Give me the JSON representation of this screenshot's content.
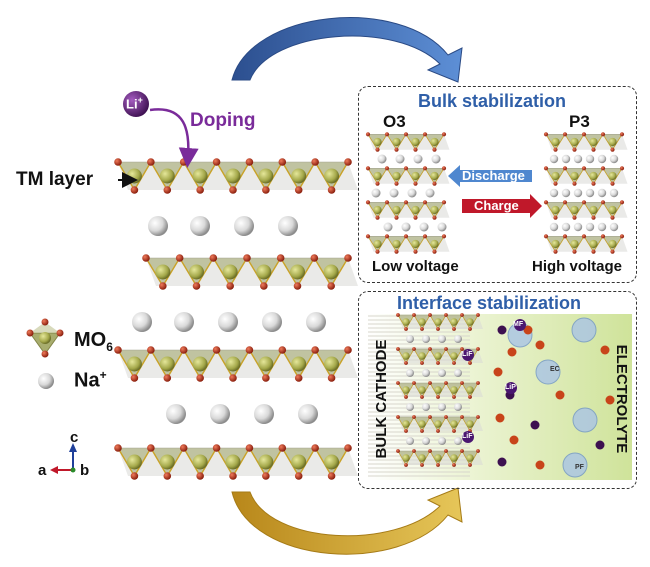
{
  "left": {
    "tm_layer_label": "TM layer",
    "doping_label": "Doping",
    "li_ion": {
      "symbol": "Li",
      "charge": "+"
    },
    "legend": {
      "mo6": {
        "base": "MO",
        "sub": "6"
      },
      "na": {
        "base": "Na",
        "sup": "+"
      }
    },
    "axes": {
      "a": "a",
      "b": "b",
      "c": "c"
    }
  },
  "bulk_panel": {
    "title": "Bulk stabilization",
    "left_phase": "O3",
    "right_phase": "P3",
    "discharge_label": "Discharge",
    "charge_label": "Charge",
    "low_voltage": "Low voltage",
    "high_voltage": "High voltage"
  },
  "interface_panel": {
    "title": "Interface stabilization",
    "bulk_cathode": "BULK CATHODE",
    "electrolyte": "ELECTROLYTE",
    "small_labels": [
      "MF",
      "LiF",
      "LiF",
      "LiP",
      "PF",
      "EC"
    ]
  },
  "colors": {
    "title_blue": "#2f5fa8",
    "doping_purple": "#7a2b9a",
    "discharge_blue": "#4f87cf",
    "charge_red": "#c0182a",
    "arrow_blue": "#3f6fb8",
    "arrow_gold": "#c9a227",
    "octahedron": "#8f9a3a",
    "oxygen": "#b5331c",
    "sodium": "#e8e8e8"
  }
}
